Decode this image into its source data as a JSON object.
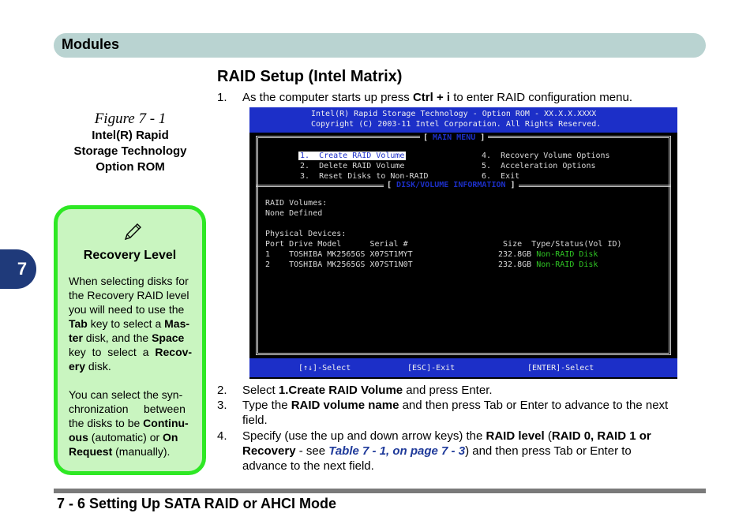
{
  "header": {
    "title": "Modules"
  },
  "chapter_tab": "7",
  "section": {
    "title": "RAID Setup (Intel Matrix)"
  },
  "figure": {
    "number": "Figure 7 - 1",
    "caption_lines": [
      "Intel(R) Rapid",
      "Storage Technology",
      "Option ROM"
    ]
  },
  "steps": [
    {
      "num": "1.",
      "pre": "As the computer starts up press ",
      "bold": "Ctrl + i",
      "post": " to enter RAID configuration menu."
    },
    {
      "num": "2.",
      "pre": "Select ",
      "bold": "1.Create RAID Volume",
      "post": " and press Enter."
    },
    {
      "num": "3.",
      "pre": "Type the ",
      "bold": "RAID volume name",
      "post": " and then press Tab or Enter to advance to the next",
      "line2": "field."
    },
    {
      "num": "4.",
      "pre": "Specify (use the up and down arrow keys) the ",
      "bold": "RAID level",
      "mid": " (",
      "bold2": "RAID 0, RAID 1 or",
      "line2_bold": "Recovery",
      "line2_pre": " - see ",
      "xref": "Table 7 - 1, on page 7 - 3",
      "line2_post": ") and then press Tab or Enter to",
      "line3": "advance to the next field."
    }
  ],
  "note": {
    "title": "Recovery Level",
    "p1_lines": [
      [
        "When selecting disks for"
      ],
      [
        "the Recovery RAID level"
      ],
      [
        "you will need to use the"
      ]
    ],
    "p1_tab": "Tab",
    "p1_tab_after": " key to select a ",
    "p1_mas": "Mas-",
    "p1_ter": "ter",
    "p1_ter_after": " disk, and the ",
    "p1_space": "Space",
    "p1_key": "key to select a ",
    "p1_recov": "Recov-",
    "p1_ery": "ery",
    "p1_disk": " disk.",
    "p2_l1": "You can select the syn-",
    "p2_l2": "chronization     between",
    "p2_l3a": "the disks to be ",
    "p2_l3b": "Continu-",
    "p2_l4a": "ous",
    "p2_l4b": " (automatic) or ",
    "p2_l4c": "On",
    "p2_l5a": "Request",
    "p2_l5b": " (manually)."
  },
  "bios": {
    "header_line1": "Intel(R) Rapid Storage Technology - Option ROM - XX.X.X.XXXX",
    "header_line2": "Copyright (C) 2003-11 Intel Corporation. All Rights Reserved.",
    "main_menu_label": "MAIN MENU",
    "menu_left": [
      "1.  Create RAID Volume",
      "2.  Delete RAID Volume",
      "3.  Reset Disks to Non-RAID"
    ],
    "menu_right": [
      "4.  Recovery Volume Options",
      "5.  Acceleration Options",
      "6.  Exit"
    ],
    "info_label": "DISK/VOLUME INFORMATION",
    "raid_volumes": "RAID Volumes:",
    "none_defined": "None Defined",
    "physical_devices": "Physical Devices:",
    "col_header": "Port Drive Model      Serial #                    Size  Type/Status(Vol ID)",
    "disks": [
      {
        "row": "1    TOSHIBA MK2565GS X07ST1MYT                  232.8GB",
        "status": "Non-RAID Disk"
      },
      {
        "row": "2    TOSHIBA MK2565GS X07ST1N0T                  232.8GB",
        "status": "Non-RAID Disk"
      }
    ],
    "footer_select": "[↑↓]-Select",
    "footer_exit": "[ESC]-Exit",
    "footer_enter": "[ENTER]-Select"
  },
  "footer": {
    "text": "7 - 6  Setting Up SATA RAID or AHCI Mode"
  }
}
